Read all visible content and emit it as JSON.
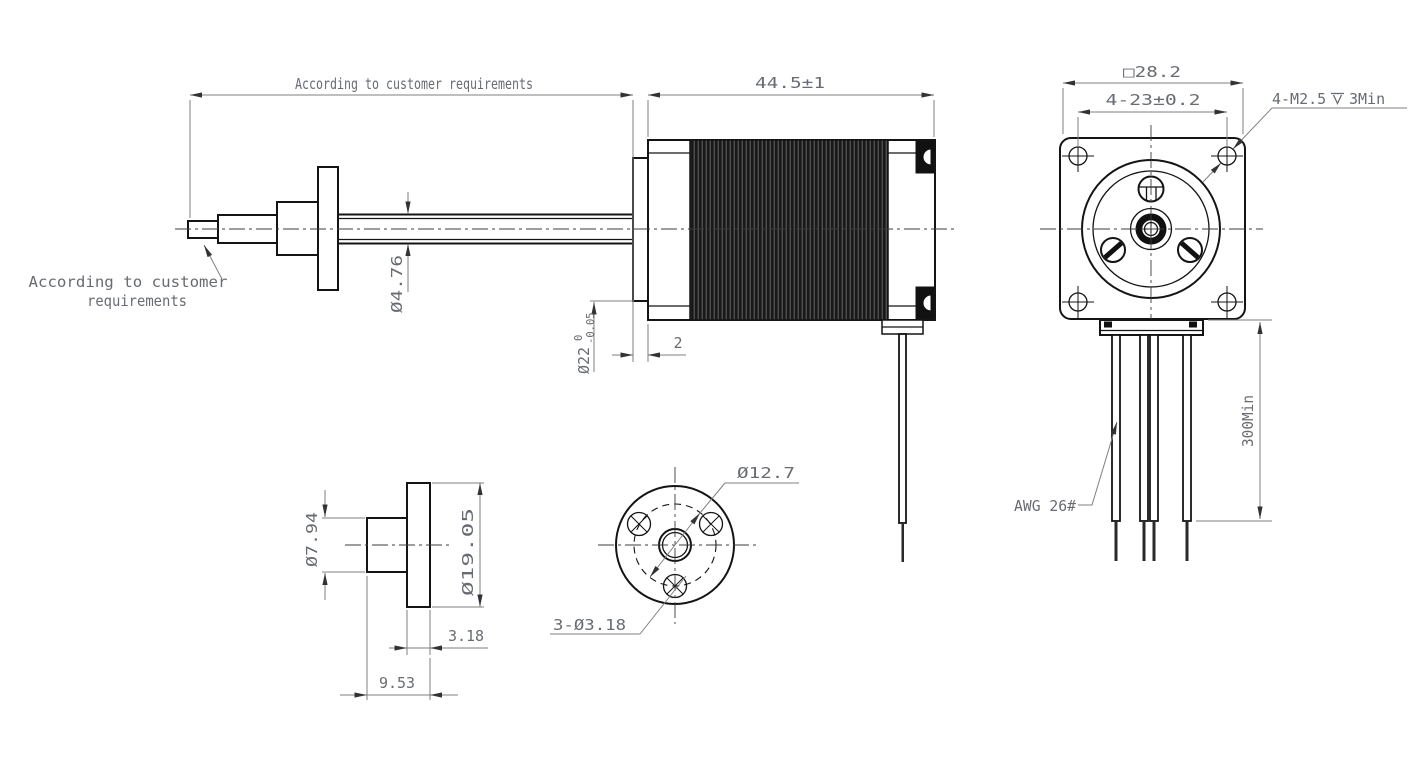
{
  "drawing": {
    "type": "engineering-drawing",
    "subject": "stepper-motor-linear-actuator",
    "colors": {
      "background": "#ffffff",
      "object_line": "#141414",
      "dimension_line": "#7f7f7f",
      "text": "#686c72",
      "lamination_fill": "#191919"
    },
    "side_view": {
      "custom_length_dim": "According to customer requirements",
      "body_length_dim": "44.5±1",
      "tip_note_line1": "According to customer",
      "tip_note_line2": "requirements",
      "screw_diameter_dim": "Ø4.76",
      "pilot_diameter_dim": "Ø22",
      "pilot_tol_upper": "0",
      "pilot_tol_lower": "-0.05",
      "pilot_thickness_dim": "2"
    },
    "front_view": {
      "frame_size_dim": "□28.2",
      "mount_hole_spacing_dim": "4-23±0.2",
      "thread_callout_prefix": "4-M2.5",
      "thread_callout_depth": "3Min",
      "wire_gauge_label": "AWG 26#",
      "lead_length_dim": "300Min"
    },
    "nut_side_view": {
      "boss_diameter_dim": "Ø7.94",
      "flange_diameter_dim": "Ø19.05",
      "flange_thickness_dim": "3.18",
      "overall_length_dim": "9.53"
    },
    "nut_front_view": {
      "pilot_diameter_dim": "Ø12.7",
      "hole_callout_dim": "3-Ø3.18"
    }
  }
}
